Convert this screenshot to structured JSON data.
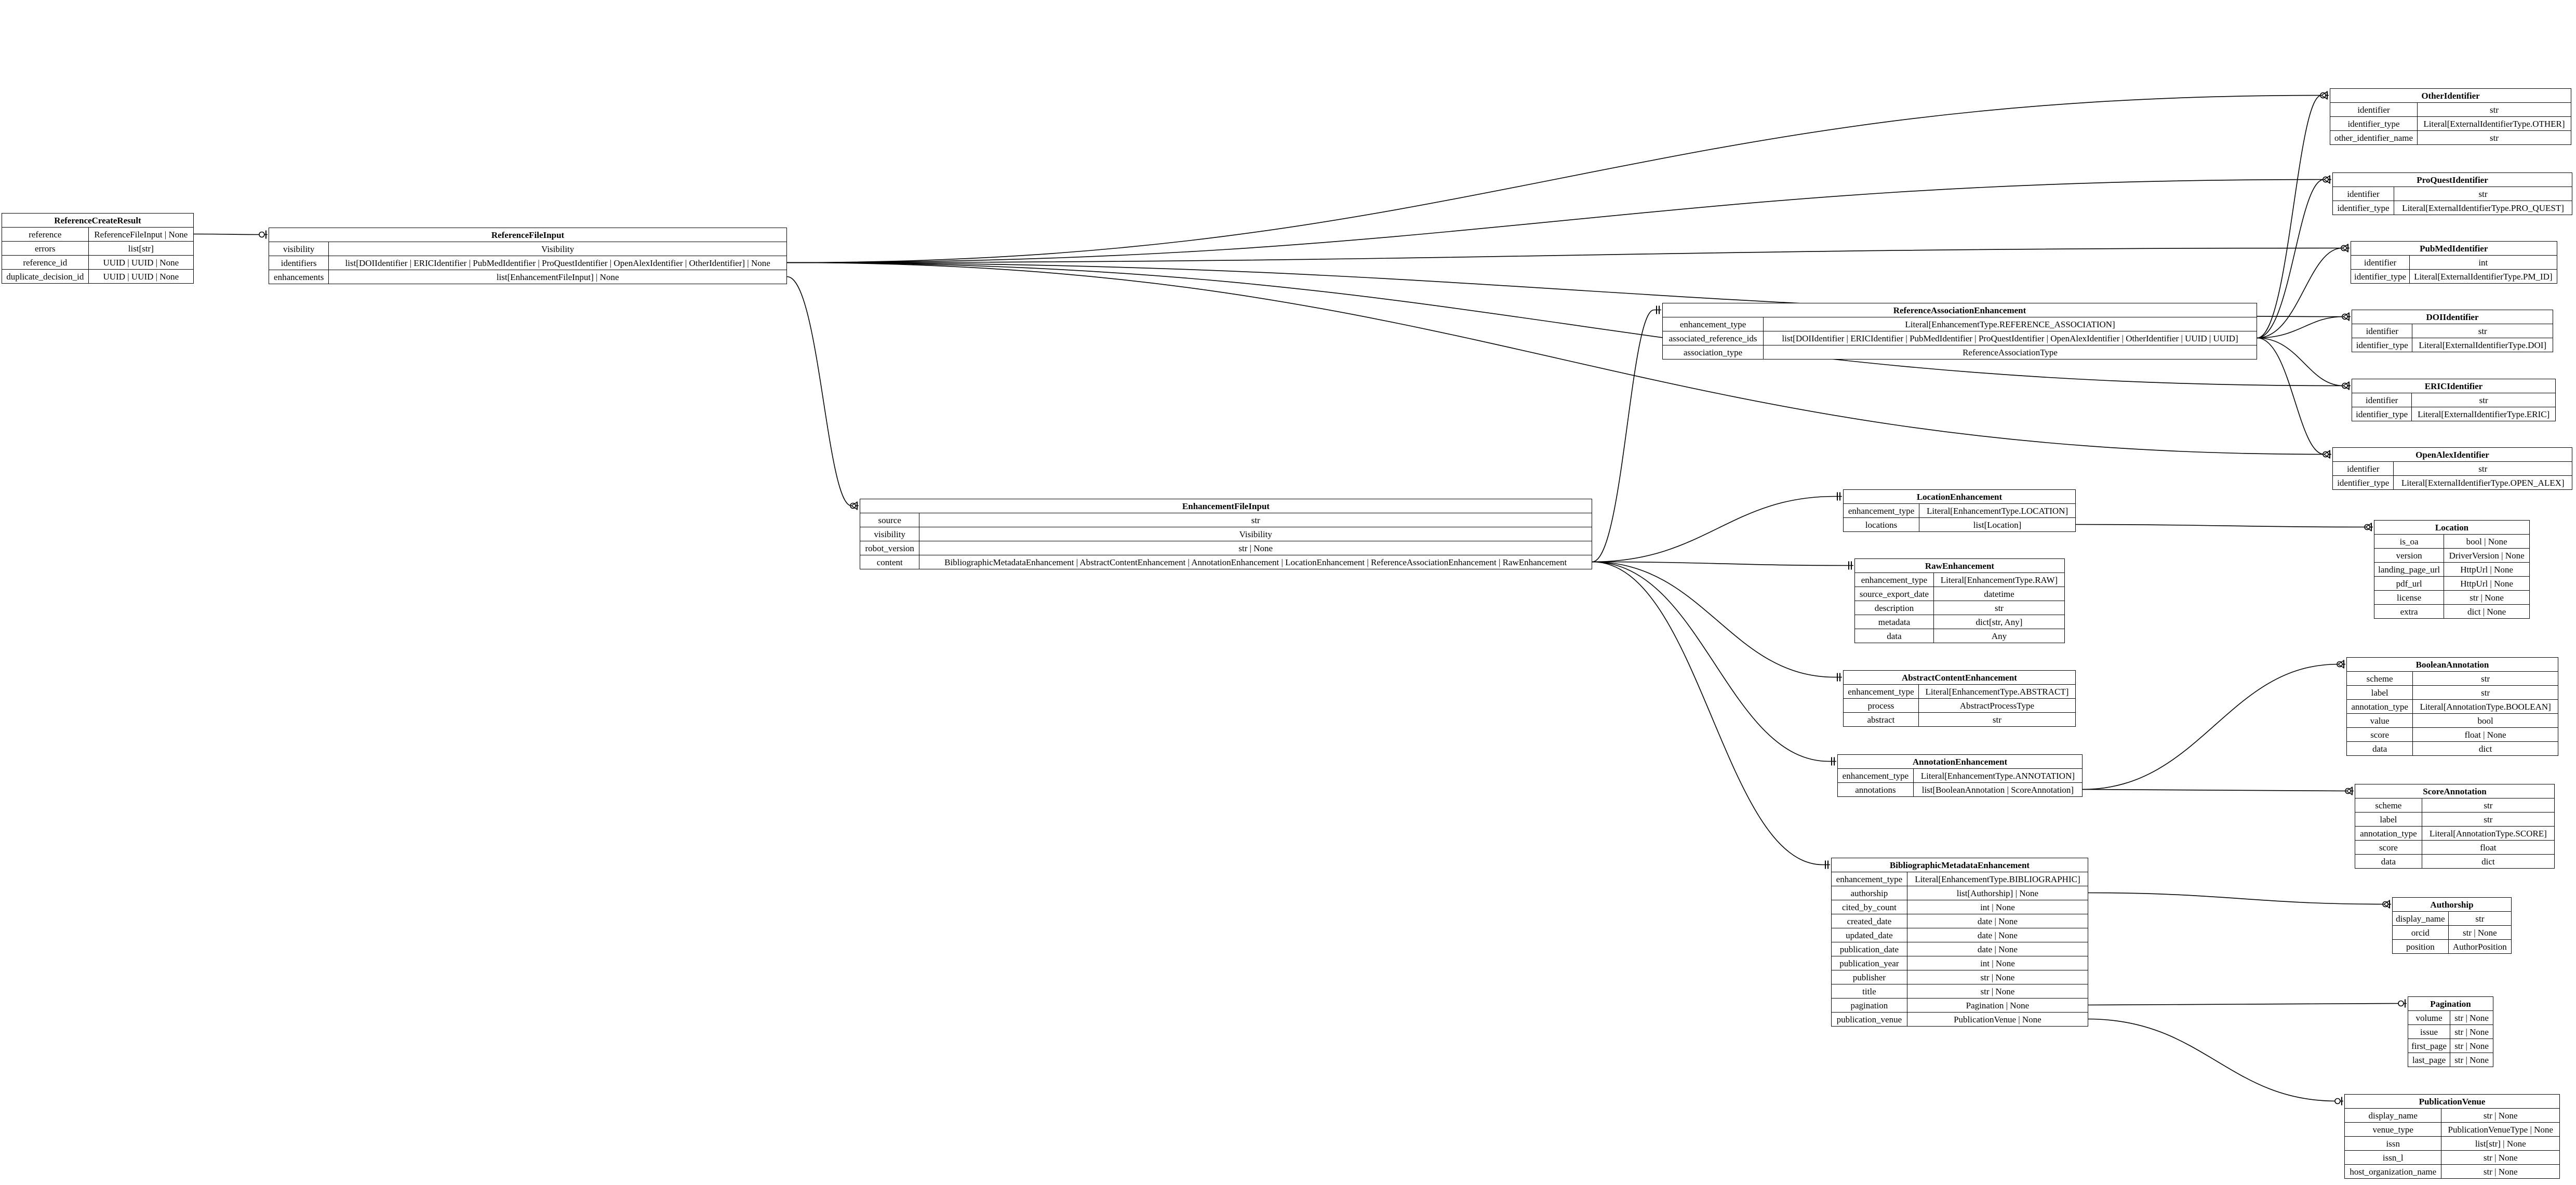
{
  "entities": [
    {
      "id": "ReferenceCreateResult",
      "fields": [
        [
          "reference",
          "ReferenceFileInput | None"
        ],
        [
          "errors",
          "list[str]"
        ],
        [
          "reference_id",
          "UUID | UUID | None"
        ],
        [
          "duplicate_decision_id",
          "UUID | UUID | None"
        ]
      ]
    },
    {
      "id": "ReferenceFileInput",
      "fields": [
        [
          "visibility",
          "Visibility"
        ],
        [
          "identifiers",
          "list[DOIIdentifier | ERICIdentifier | PubMedIdentifier | ProQuestIdentifier | OpenAlexIdentifier | OtherIdentifier] | None"
        ],
        [
          "enhancements",
          "list[EnhancementFileInput] | None"
        ]
      ]
    },
    {
      "id": "EnhancementFileInput",
      "fields": [
        [
          "source",
          "str"
        ],
        [
          "visibility",
          "Visibility"
        ],
        [
          "robot_version",
          "str | None"
        ],
        [
          "content",
          "BibliographicMetadataEnhancement | AbstractContentEnhancement | AnnotationEnhancement | LocationEnhancement | ReferenceAssociationEnhancement | RawEnhancement"
        ]
      ]
    },
    {
      "id": "ReferenceAssociationEnhancement",
      "fields": [
        [
          "enhancement_type",
          "Literal[EnhancementType.REFERENCE_ASSOCIATION]"
        ],
        [
          "associated_reference_ids",
          "list[DOIIdentifier | ERICIdentifier | PubMedIdentifier | ProQuestIdentifier | OpenAlexIdentifier | OtherIdentifier | UUID | UUID]"
        ],
        [
          "association_type",
          "ReferenceAssociationType"
        ]
      ]
    },
    {
      "id": "OtherIdentifier",
      "fields": [
        [
          "identifier",
          "str"
        ],
        [
          "identifier_type",
          "Literal[ExternalIdentifierType.OTHER]"
        ],
        [
          "other_identifier_name",
          "str"
        ]
      ]
    },
    {
      "id": "ProQuestIdentifier",
      "fields": [
        [
          "identifier",
          "str"
        ],
        [
          "identifier_type",
          "Literal[ExternalIdentifierType.PRO_QUEST]"
        ]
      ]
    },
    {
      "id": "PubMedIdentifier",
      "fields": [
        [
          "identifier",
          "int"
        ],
        [
          "identifier_type",
          "Literal[ExternalIdentifierType.PM_ID]"
        ]
      ]
    },
    {
      "id": "DOIIdentifier",
      "fields": [
        [
          "identifier",
          "str"
        ],
        [
          "identifier_type",
          "Literal[ExternalIdentifierType.DOI]"
        ]
      ]
    },
    {
      "id": "ERICIdentifier",
      "fields": [
        [
          "identifier",
          "str"
        ],
        [
          "identifier_type",
          "Literal[ExternalIdentifierType.ERIC]"
        ]
      ]
    },
    {
      "id": "OpenAlexIdentifier",
      "fields": [
        [
          "identifier",
          "str"
        ],
        [
          "identifier_type",
          "Literal[ExternalIdentifierType.OPEN_ALEX]"
        ]
      ]
    },
    {
      "id": "LocationEnhancement",
      "fields": [
        [
          "enhancement_type",
          "Literal[EnhancementType.LOCATION]"
        ],
        [
          "locations",
          "list[Location]"
        ]
      ]
    },
    {
      "id": "Location",
      "fields": [
        [
          "is_oa",
          "bool | None"
        ],
        [
          "version",
          "DriverVersion | None"
        ],
        [
          "landing_page_url",
          "HttpUrl | None"
        ],
        [
          "pdf_url",
          "HttpUrl | None"
        ],
        [
          "license",
          "str | None"
        ],
        [
          "extra",
          "dict | None"
        ]
      ]
    },
    {
      "id": "RawEnhancement",
      "fields": [
        [
          "enhancement_type",
          "Literal[EnhancementType.RAW]"
        ],
        [
          "source_export_date",
          "datetime"
        ],
        [
          "description",
          "str"
        ],
        [
          "metadata",
          "dict[str, Any]"
        ],
        [
          "data",
          "Any"
        ]
      ]
    },
    {
      "id": "AbstractContentEnhancement",
      "fields": [
        [
          "enhancement_type",
          "Literal[EnhancementType.ABSTRACT]"
        ],
        [
          "process",
          "AbstractProcessType"
        ],
        [
          "abstract",
          "str"
        ]
      ]
    },
    {
      "id": "AnnotationEnhancement",
      "fields": [
        [
          "enhancement_type",
          "Literal[EnhancementType.ANNOTATION]"
        ],
        [
          "annotations",
          "list[BooleanAnnotation | ScoreAnnotation]"
        ]
      ]
    },
    {
      "id": "BooleanAnnotation",
      "fields": [
        [
          "scheme",
          "str"
        ],
        [
          "label",
          "str"
        ],
        [
          "annotation_type",
          "Literal[AnnotationType.BOOLEAN]"
        ],
        [
          "value",
          "bool"
        ],
        [
          "score",
          "float | None"
        ],
        [
          "data",
          "dict"
        ]
      ]
    },
    {
      "id": "ScoreAnnotation",
      "fields": [
        [
          "scheme",
          "str"
        ],
        [
          "label",
          "str"
        ],
        [
          "annotation_type",
          "Literal[AnnotationType.SCORE]"
        ],
        [
          "score",
          "float"
        ],
        [
          "data",
          "dict"
        ]
      ]
    },
    {
      "id": "BibliographicMetadataEnhancement",
      "fields": [
        [
          "enhancement_type",
          "Literal[EnhancementType.BIBLIOGRAPHIC]"
        ],
        [
          "authorship",
          "list[Authorship] | None"
        ],
        [
          "cited_by_count",
          "int | None"
        ],
        [
          "created_date",
          "date | None"
        ],
        [
          "updated_date",
          "date | None"
        ],
        [
          "publication_date",
          "date | None"
        ],
        [
          "publication_year",
          "int | None"
        ],
        [
          "publisher",
          "str | None"
        ],
        [
          "title",
          "str | None"
        ],
        [
          "pagination",
          "Pagination | None"
        ],
        [
          "publication_venue",
          "PublicationVenue | None"
        ]
      ]
    },
    {
      "id": "Authorship",
      "fields": [
        [
          "display_name",
          "str"
        ],
        [
          "orcid",
          "str | None"
        ],
        [
          "position",
          "AuthorPosition"
        ]
      ]
    },
    {
      "id": "Pagination",
      "fields": [
        [
          "volume",
          "str | None"
        ],
        [
          "issue",
          "str | None"
        ],
        [
          "first_page",
          "str | None"
        ],
        [
          "last_page",
          "str | None"
        ]
      ]
    },
    {
      "id": "PublicationVenue",
      "fields": [
        [
          "display_name",
          "str | None"
        ],
        [
          "venue_type",
          "PublicationVenueType | None"
        ],
        [
          "issn",
          "list[str] | None"
        ],
        [
          "issn_l",
          "str | None"
        ],
        [
          "host_organization_name",
          "str | None"
        ]
      ]
    }
  ],
  "relations": [
    {
      "from": "ReferenceCreateResult",
      "field": "reference",
      "to": "ReferenceFileInput",
      "end": "one"
    },
    {
      "from": "ReferenceFileInput",
      "field": "identifiers",
      "to": "OtherIdentifier",
      "end": "many"
    },
    {
      "from": "ReferenceFileInput",
      "field": "identifiers",
      "to": "ProQuestIdentifier",
      "end": "many"
    },
    {
      "from": "ReferenceFileInput",
      "field": "identifiers",
      "to": "PubMedIdentifier",
      "end": "many"
    },
    {
      "from": "ReferenceFileInput",
      "field": "identifiers",
      "to": "DOIIdentifier",
      "end": "many"
    },
    {
      "from": "ReferenceFileInput",
      "field": "identifiers",
      "to": "ERICIdentifier",
      "end": "many"
    },
    {
      "from": "ReferenceFileInput",
      "field": "identifiers",
      "to": "OpenAlexIdentifier",
      "end": "many"
    },
    {
      "from": "ReferenceFileInput",
      "field": "enhancements",
      "to": "EnhancementFileInput",
      "end": "many"
    },
    {
      "from": "EnhancementFileInput",
      "field": "content",
      "to": "ReferenceAssociationEnhancement",
      "end": "exactly-one"
    },
    {
      "from": "EnhancementFileInput",
      "field": "content",
      "to": "LocationEnhancement",
      "end": "exactly-one"
    },
    {
      "from": "EnhancementFileInput",
      "field": "content",
      "to": "RawEnhancement",
      "end": "exactly-one"
    },
    {
      "from": "EnhancementFileInput",
      "field": "content",
      "to": "AbstractContentEnhancement",
      "end": "exactly-one"
    },
    {
      "from": "EnhancementFileInput",
      "field": "content",
      "to": "AnnotationEnhancement",
      "end": "exactly-one"
    },
    {
      "from": "EnhancementFileInput",
      "field": "content",
      "to": "BibliographicMetadataEnhancement",
      "end": "exactly-one"
    },
    {
      "from": "ReferenceAssociationEnhancement",
      "field": "associated_reference_ids",
      "to": "OtherIdentifier",
      "end": "many"
    },
    {
      "from": "ReferenceAssociationEnhancement",
      "field": "associated_reference_ids",
      "to": "ProQuestIdentifier",
      "end": "many"
    },
    {
      "from": "ReferenceAssociationEnhancement",
      "field": "associated_reference_ids",
      "to": "PubMedIdentifier",
      "end": "many"
    },
    {
      "from": "ReferenceAssociationEnhancement",
      "field": "associated_reference_ids",
      "to": "DOIIdentifier",
      "end": "many"
    },
    {
      "from": "ReferenceAssociationEnhancement",
      "field": "associated_reference_ids",
      "to": "ERICIdentifier",
      "end": "many"
    },
    {
      "from": "ReferenceAssociationEnhancement",
      "field": "associated_reference_ids",
      "to": "OpenAlexIdentifier",
      "end": "many"
    },
    {
      "from": "LocationEnhancement",
      "field": "locations",
      "to": "Location",
      "end": "many"
    },
    {
      "from": "AnnotationEnhancement",
      "field": "annotations",
      "to": "BooleanAnnotation",
      "end": "many"
    },
    {
      "from": "AnnotationEnhancement",
      "field": "annotations",
      "to": "ScoreAnnotation",
      "end": "many"
    },
    {
      "from": "BibliographicMetadataEnhancement",
      "field": "authorship",
      "to": "Authorship",
      "end": "many"
    },
    {
      "from": "BibliographicMetadataEnhancement",
      "field": "pagination",
      "to": "Pagination",
      "end": "one"
    },
    {
      "from": "BibliographicMetadataEnhancement",
      "field": "publication_venue",
      "to": "PublicationVenue",
      "end": "one"
    }
  ]
}
